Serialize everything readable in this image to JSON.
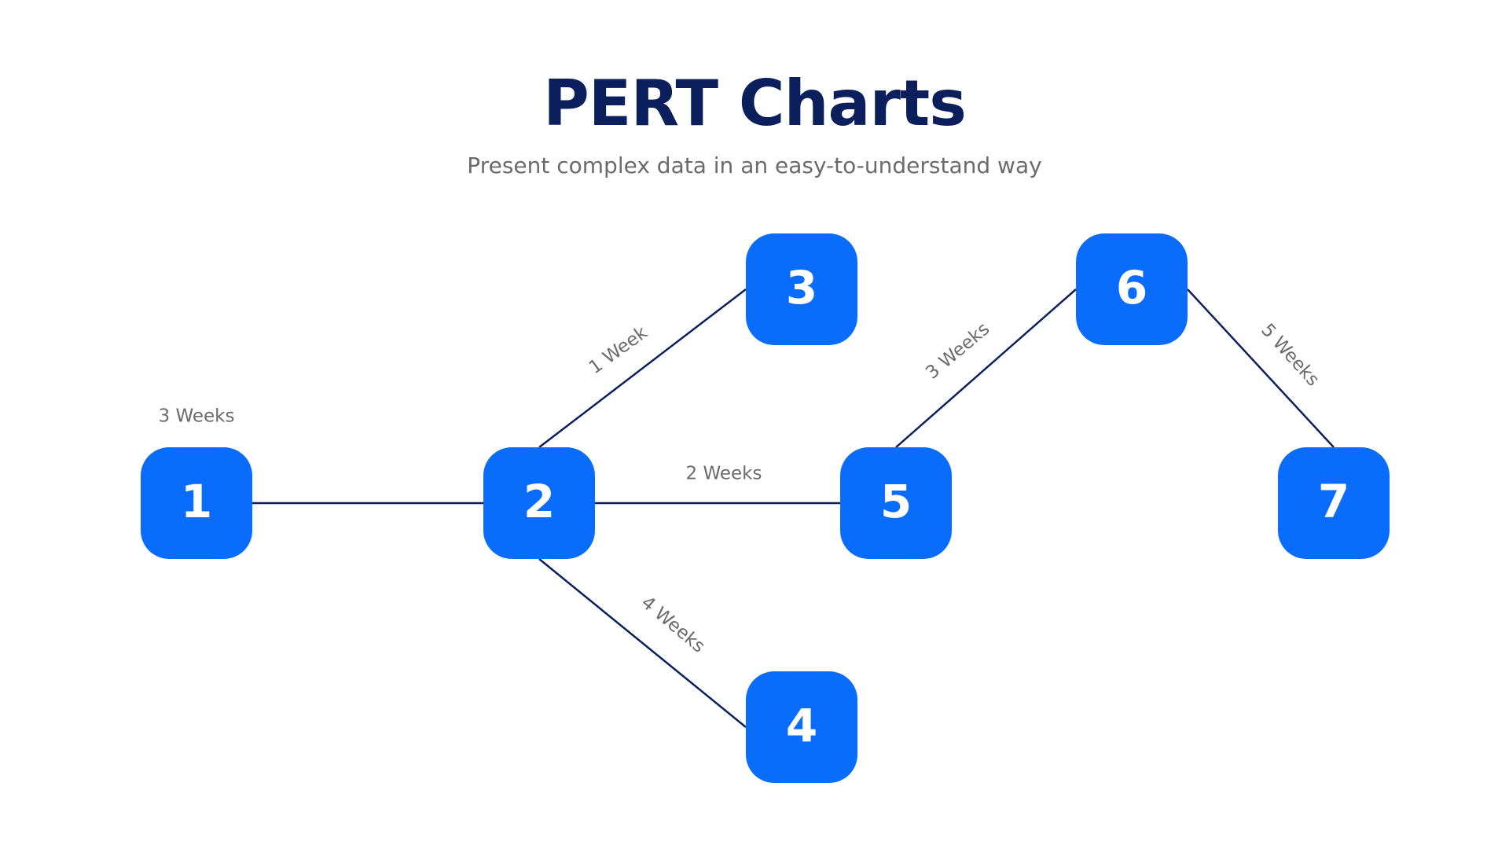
{
  "title": "PERT Charts",
  "subtitle": "Present complex data in an easy-to-understand way",
  "colors": {
    "title": "#0b1f5c",
    "subtitle": "#6b6b6b",
    "node_fill": "#0a6cfb",
    "node_text": "#ffffff",
    "edge": "#0b1f5c",
    "edge_label": "#6b6b6b"
  },
  "nodes": [
    {
      "id": "1",
      "label": "1"
    },
    {
      "id": "2",
      "label": "2"
    },
    {
      "id": "3",
      "label": "3"
    },
    {
      "id": "4",
      "label": "4"
    },
    {
      "id": "5",
      "label": "5"
    },
    {
      "id": "6",
      "label": "6"
    },
    {
      "id": "7",
      "label": "7"
    }
  ],
  "edges": [
    {
      "from": "1",
      "to": "2",
      "label": "3 Weeks"
    },
    {
      "from": "2",
      "to": "3",
      "label": "1 Week"
    },
    {
      "from": "2",
      "to": "5",
      "label": "2 Weeks"
    },
    {
      "from": "2",
      "to": "4",
      "label": "4 Weeks"
    },
    {
      "from": "5",
      "to": "6",
      "label": "3 Weeks"
    },
    {
      "from": "6",
      "to": "7",
      "label": "5 Weeks"
    }
  ]
}
